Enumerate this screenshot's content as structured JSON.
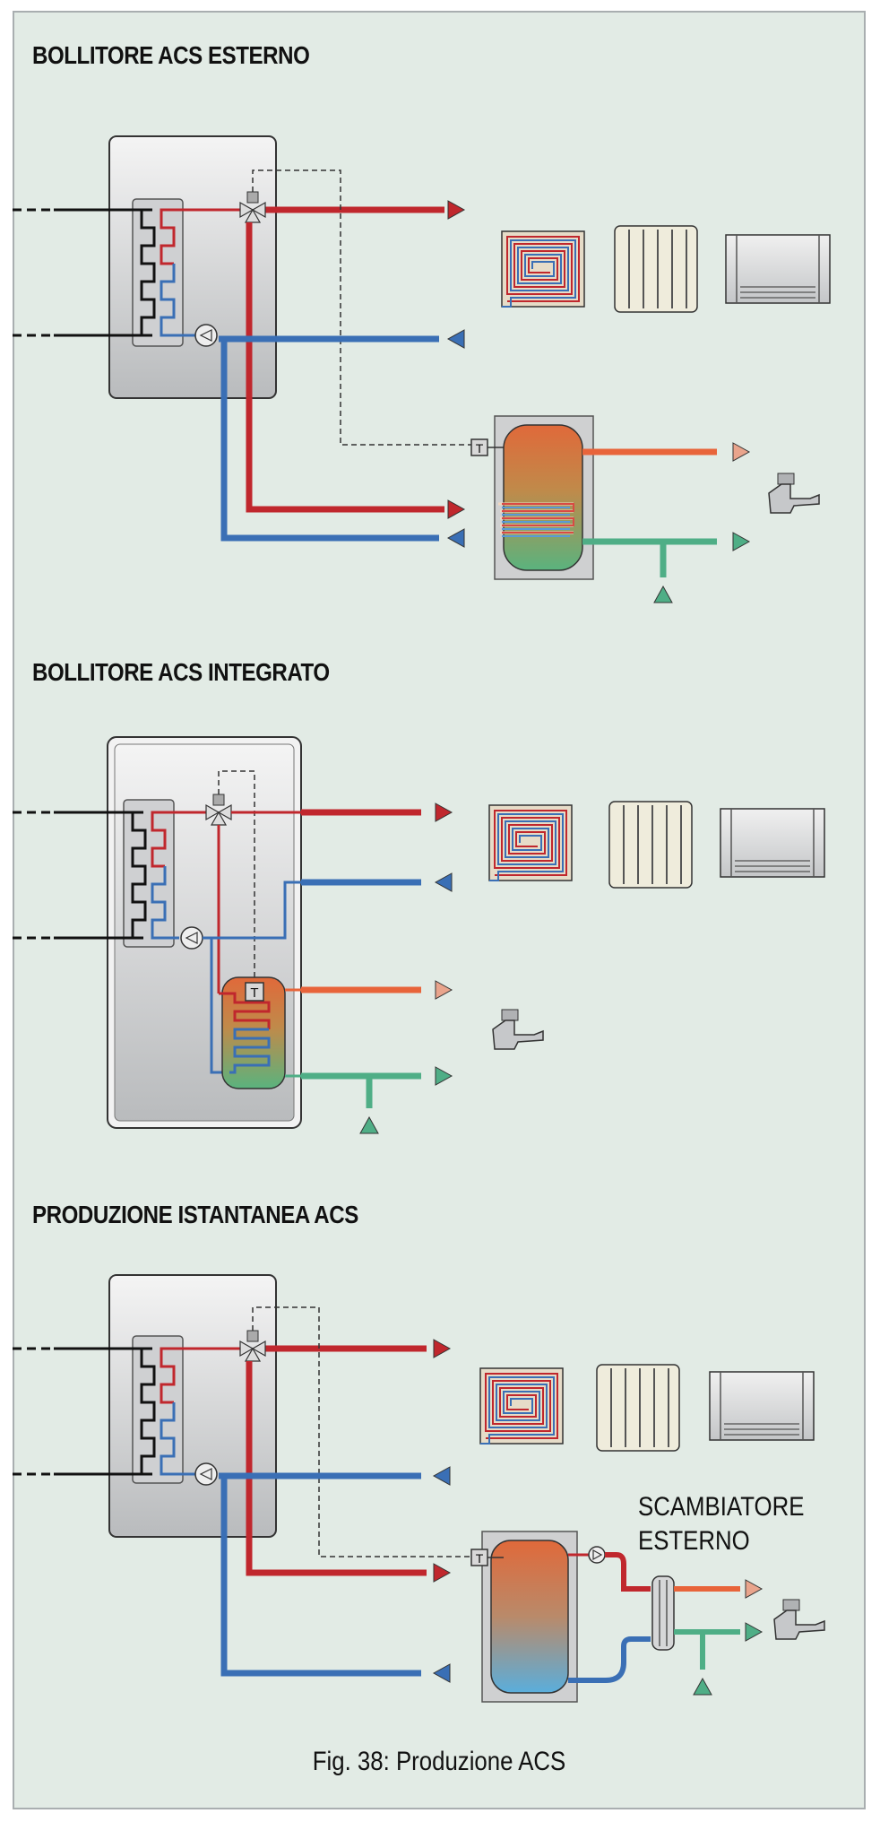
{
  "sections": [
    {
      "title": "BOLLITORE ACS ESTERNO"
    },
    {
      "title": "BOLLITORE ACS INTEGRATO"
    },
    {
      "title": "PRODUZIONE ISTANTANEA ACS"
    }
  ],
  "tank_label": "T",
  "exchanger_label": [
    "SCAMBIATORE",
    "ESTERNO"
  ],
  "caption": "Fig. 38: Produzione ACS",
  "icons": [
    "underfloor-coil-icon",
    "radiator-icon",
    "fan-coil-icon",
    "faucet-icon"
  ],
  "colors": {
    "background": "#e2ebe5",
    "flow_red": "#c0272d",
    "return_blue": "#3a6fb5",
    "hot_water_orange": "#e8643a",
    "cold_water_green": "#4fae86",
    "unit_gray": "#d9dadb"
  }
}
